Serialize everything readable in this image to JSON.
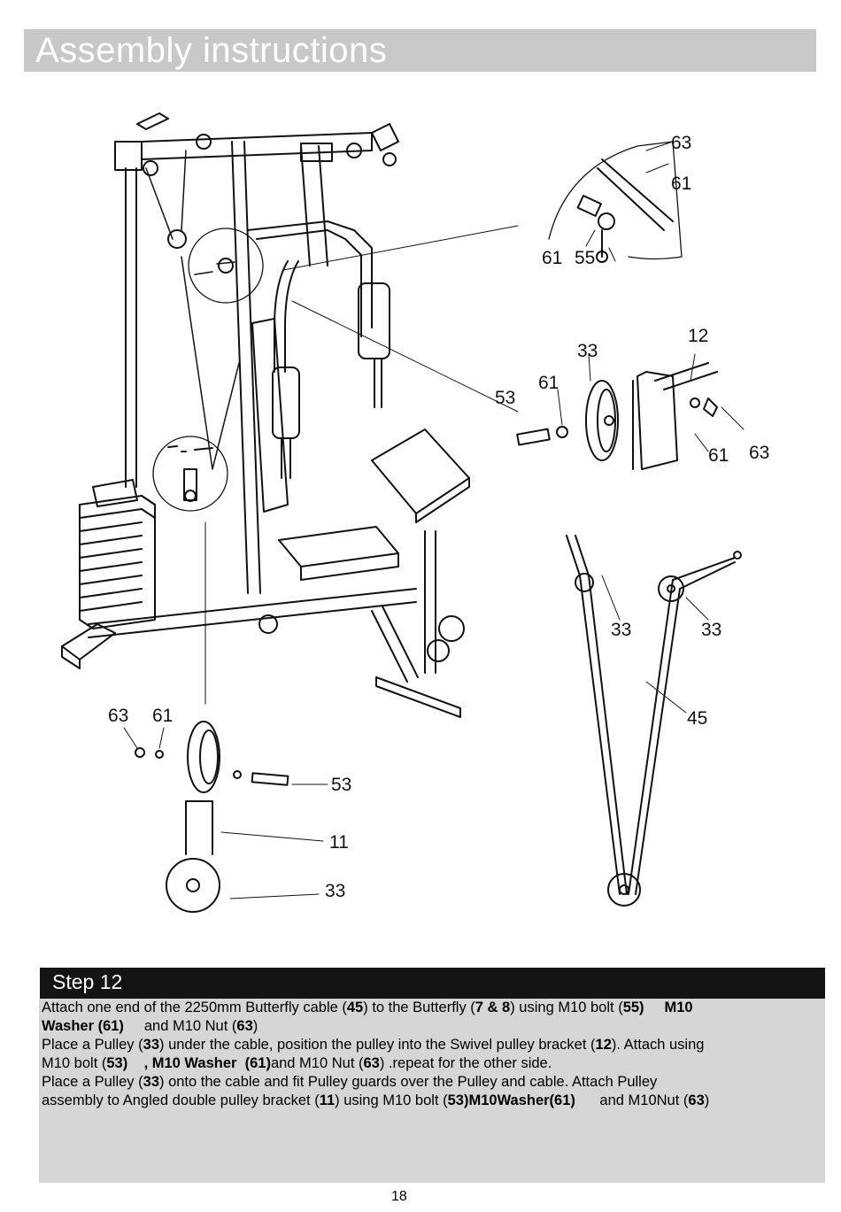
{
  "header": {
    "title": "Assembly instructions"
  },
  "figure": {
    "callouts": {
      "top_63": "63",
      "top_61": "61",
      "top_61b": "61",
      "top_55": "55",
      "mid_12": "12",
      "mid_33": "33",
      "mid_61": "61",
      "mid_53": "53",
      "mid_61b": "61",
      "mid_63": "63",
      "cable_33a": "33",
      "cable_33b": "33",
      "cable_45": "45",
      "low_63": "63",
      "low_61": "61",
      "low_53": "53",
      "low_11": "11",
      "low_33": "33"
    }
  },
  "step": {
    "label": "Step 12",
    "lines": [
      [
        "Attach one end of the 2250mm Butterfly cable (",
        "45",
        ") to the Butterfly (",
        "7 & 8",
        ") using M10 bolt (",
        "55)",
        "     ",
        "M10"
      ],
      [
        "Washer (61)",
        "     and M10 Nut (",
        "63",
        ")"
      ],
      [
        "Place a Pulley (",
        "33",
        ") under the cable, position the pulley into the Swivel pulley bracket (",
        "12",
        "). Attach using"
      ],
      [
        "M10 bolt (",
        "53)",
        "    ",
        ", M10 Washer",
        "  ",
        "(61)",
        "and M10 Nut (",
        "63",
        ") .repeat for the other side."
      ],
      [
        "Place a Pulley (",
        "33",
        ") onto the cable and fit Pulley guards over the Pulley and cable. Attach Pulley"
      ],
      [
        "assembly to Angled double pulley bracket (",
        "11",
        ") using M10 bolt (",
        "53)M10Washer(61)",
        "      and M10Nut (",
        "63",
        ")"
      ]
    ]
  },
  "footer": {
    "page_number": "18"
  }
}
